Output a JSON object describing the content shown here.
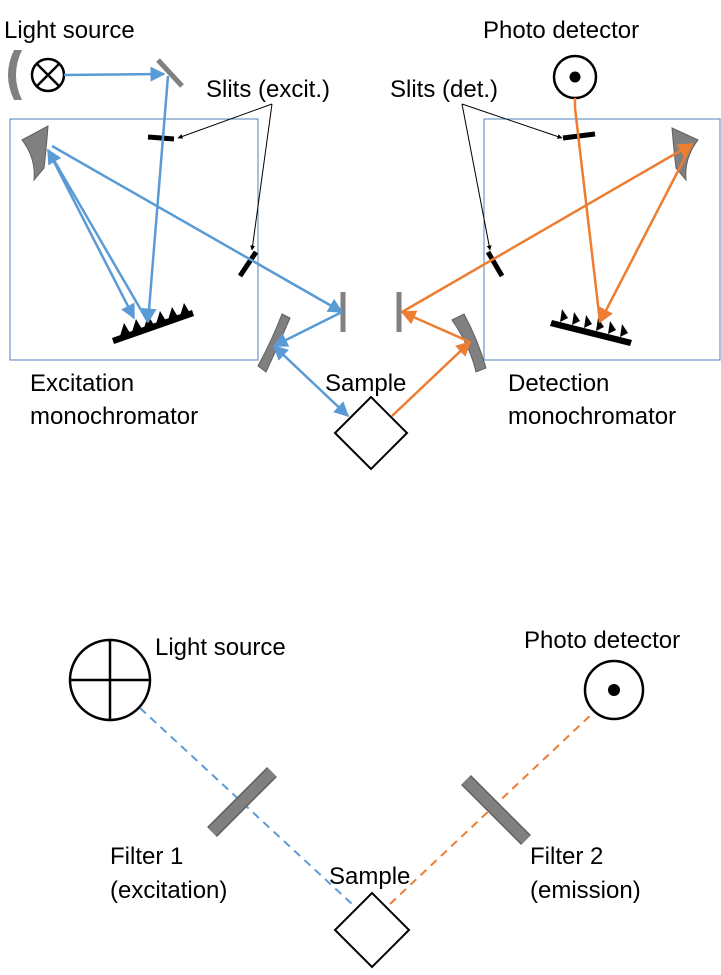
{
  "top": {
    "light_source": "Light source",
    "photo_detector": "Photo detector",
    "slits_excit": "Slits (excit.)",
    "slits_det": "Slits (det.)",
    "excitation_mono_1": "Excitation",
    "excitation_mono_2": "monochromator",
    "sample": "Sample",
    "detection_mono_1": "Detection",
    "detection_mono_2": "monochromator"
  },
  "bottom": {
    "light_source": "Light source",
    "photo_detector": "Photo detector",
    "filter1_1": "Filter 1",
    "filter1_2": "(excitation)",
    "sample": "Sample",
    "filter2_1": "Filter 2",
    "filter2_2": "(emission)"
  },
  "colors": {
    "excitation_beam": "#5B9BD5",
    "emission_beam": "#ED7D31",
    "mirror": "#808080",
    "box_border": "#4F81BD"
  }
}
